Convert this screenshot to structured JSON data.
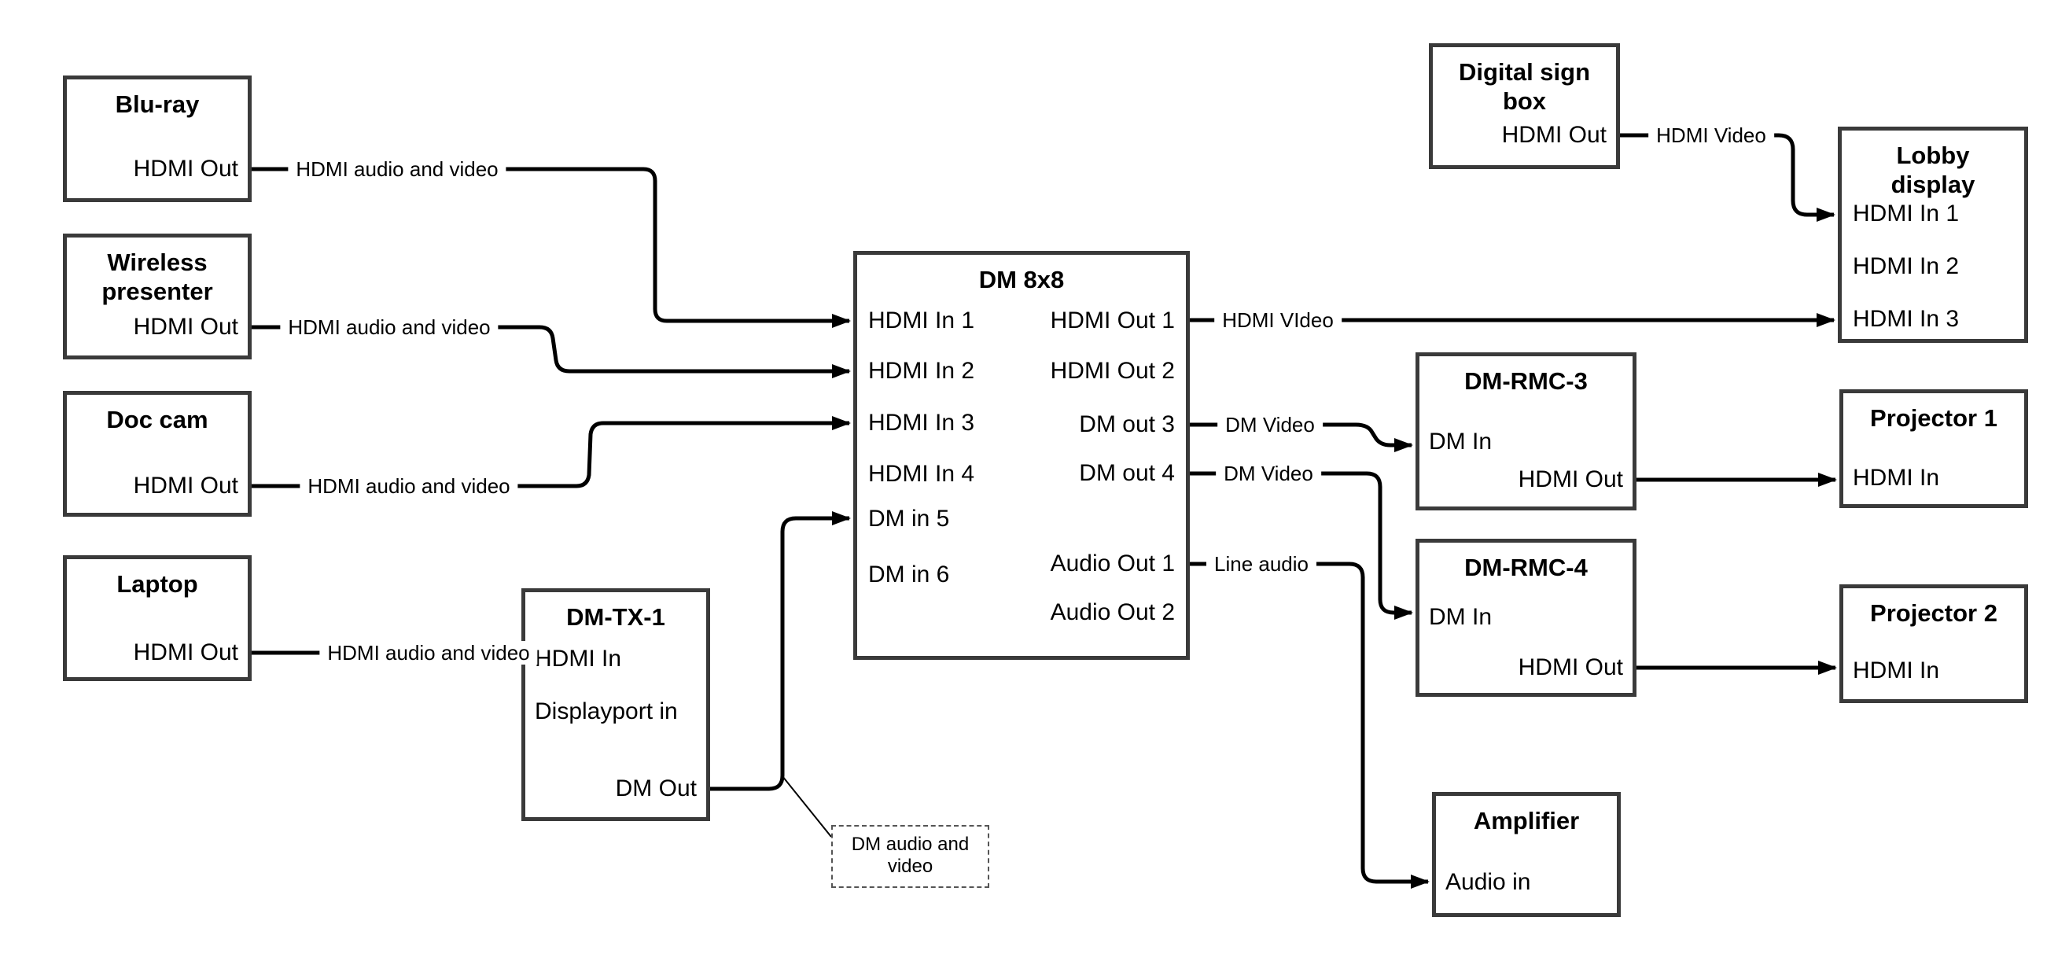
{
  "colors": {
    "background": "#ffffff",
    "wire": "#000000",
    "box_border": "#3a3a3a",
    "text": "#000000"
  },
  "nodes": {
    "blu_ray": {
      "title": "Blu-ray",
      "ports": {
        "hdmi_out": "HDMI Out"
      }
    },
    "wireless_presenter": {
      "title": "Wireless presenter",
      "ports": {
        "hdmi_out": "HDMI Out"
      }
    },
    "doc_cam": {
      "title": "Doc cam",
      "ports": {
        "hdmi_out": "HDMI Out"
      }
    },
    "laptop": {
      "title": "Laptop",
      "ports": {
        "hdmi_out": "HDMI Out"
      }
    },
    "dm_tx_1": {
      "title": "DM-TX-1",
      "ports": {
        "hdmi_in": "HDMI In",
        "displayport_in": "Displayport in",
        "dm_out": "DM Out"
      }
    },
    "dm_8x8": {
      "title": "DM 8x8",
      "ports": {
        "hdmi_in_1": "HDMI In 1",
        "hdmi_in_2": "HDMI In 2",
        "hdmi_in_3": "HDMI In 3",
        "hdmi_in_4": "HDMI In 4",
        "dm_in_5": "DM in 5",
        "dm_in_6": "DM in 6",
        "hdmi_out_1": "HDMI Out 1",
        "hdmi_out_2": "HDMI Out 2",
        "dm_out_3": "DM out 3",
        "dm_out_4": "DM out 4",
        "audio_out_1": "Audio Out 1",
        "audio_out_2": "Audio Out 2"
      }
    },
    "digital_sign_box": {
      "title": "Digital sign box",
      "ports": {
        "hdmi_out": "HDMI Out"
      }
    },
    "lobby_display": {
      "title": "Lobby display",
      "ports": {
        "hdmi_in_1": "HDMI In 1",
        "hdmi_in_2": "HDMI In 2",
        "hdmi_in_3": "HDMI In 3"
      }
    },
    "dm_rmc_3": {
      "title": "DM-RMC-3",
      "ports": {
        "dm_in": "DM In",
        "hdmi_out": "HDMI Out"
      }
    },
    "projector_1": {
      "title": "Projector 1",
      "ports": {
        "hdmi_in": "HDMI In"
      }
    },
    "dm_rmc_4": {
      "title": "DM-RMC-4",
      "ports": {
        "dm_in": "DM In",
        "hdmi_out": "HDMI Out"
      }
    },
    "projector_2": {
      "title": "Projector 2",
      "ports": {
        "hdmi_in": "HDMI In"
      }
    },
    "amplifier": {
      "title": "Amplifier",
      "ports": {
        "audio_in": "Audio in"
      }
    }
  },
  "wire_labels": {
    "blu_ray_feed": "HDMI audio and video",
    "wireless_feed": "HDMI audio and video",
    "doc_cam_feed": "HDMI audio and video",
    "laptop_feed": "HDMI audio and video",
    "hdmi_out_1_feed": "HDMI VIdeo",
    "dm_out_3_feed": "DM Video",
    "dm_out_4_feed": "DM Video",
    "audio_out_1_feed": "Line audio",
    "digital_sign_feed": "HDMI Video"
  },
  "callout": {
    "text": "DM audio and video"
  },
  "connections": [
    {
      "from_node": "Blu-ray",
      "from_port": "HDMI Out",
      "to_node": "DM 8x8",
      "to_port": "HDMI In 1",
      "label": "HDMI audio and video"
    },
    {
      "from_node": "Wireless presenter",
      "from_port": "HDMI Out",
      "to_node": "DM 8x8",
      "to_port": "HDMI In 2",
      "label": "HDMI audio and video"
    },
    {
      "from_node": "Doc cam",
      "from_port": "HDMI Out",
      "to_node": "DM 8x8",
      "to_port": "HDMI In 3",
      "label": "HDMI audio and video"
    },
    {
      "from_node": "Laptop",
      "from_port": "HDMI Out",
      "to_node": "DM-TX-1",
      "to_port": "HDMI In",
      "label": "HDMI audio and video"
    },
    {
      "from_node": "DM-TX-1",
      "from_port": "DM Out",
      "to_node": "DM 8x8",
      "to_port": "DM in 5",
      "label": "DM audio and video"
    },
    {
      "from_node": "DM 8x8",
      "from_port": "HDMI Out 1",
      "to_node": "Lobby display",
      "to_port": "HDMI In 3",
      "label": "HDMI VIdeo"
    },
    {
      "from_node": "DM 8x8",
      "from_port": "DM out 3",
      "to_node": "DM-RMC-3",
      "to_port": "DM In",
      "label": "DM Video"
    },
    {
      "from_node": "DM 8x8",
      "from_port": "DM out 4",
      "to_node": "DM-RMC-4",
      "to_port": "DM In",
      "label": "DM Video"
    },
    {
      "from_node": "DM 8x8",
      "from_port": "Audio Out 1",
      "to_node": "Amplifier",
      "to_port": "Audio in",
      "label": "Line audio"
    },
    {
      "from_node": "Digital sign box",
      "from_port": "HDMI Out",
      "to_node": "Lobby display",
      "to_port": "HDMI In 1",
      "label": "HDMI Video"
    },
    {
      "from_node": "DM-RMC-3",
      "from_port": "HDMI Out",
      "to_node": "Projector 1",
      "to_port": "HDMI In",
      "label": ""
    },
    {
      "from_node": "DM-RMC-4",
      "from_port": "HDMI Out",
      "to_node": "Projector 2",
      "to_port": "HDMI In",
      "label": ""
    }
  ]
}
